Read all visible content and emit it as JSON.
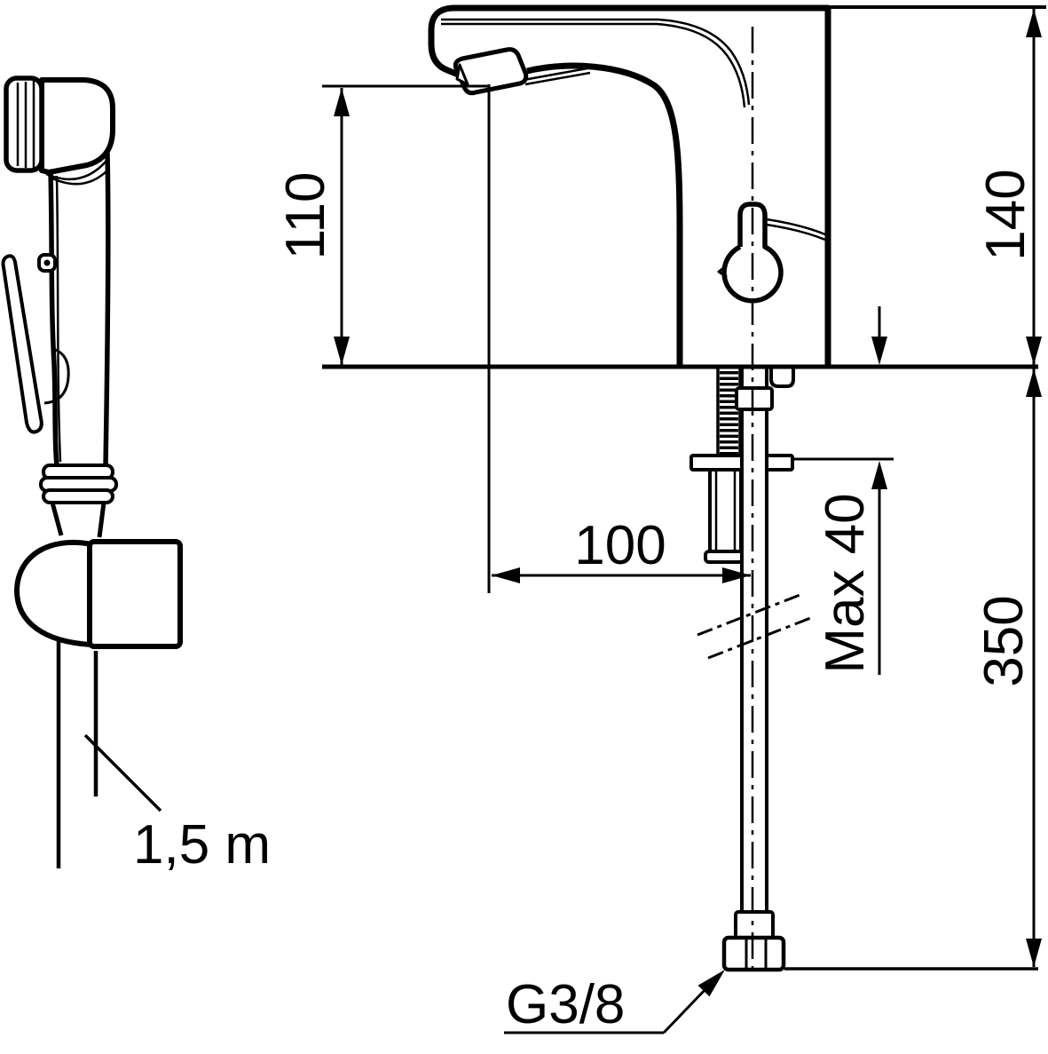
{
  "drawing": {
    "background_color": "#ffffff",
    "line_color": "#000000",
    "dimensions": {
      "spout_height": "110",
      "faucet_height": "140",
      "spout_reach": "100",
      "deck_max_thickness": "Max 40",
      "below_deck_length": "350",
      "connection_thread": "G3/8",
      "spray_hose_length": "1,5 m"
    }
  }
}
